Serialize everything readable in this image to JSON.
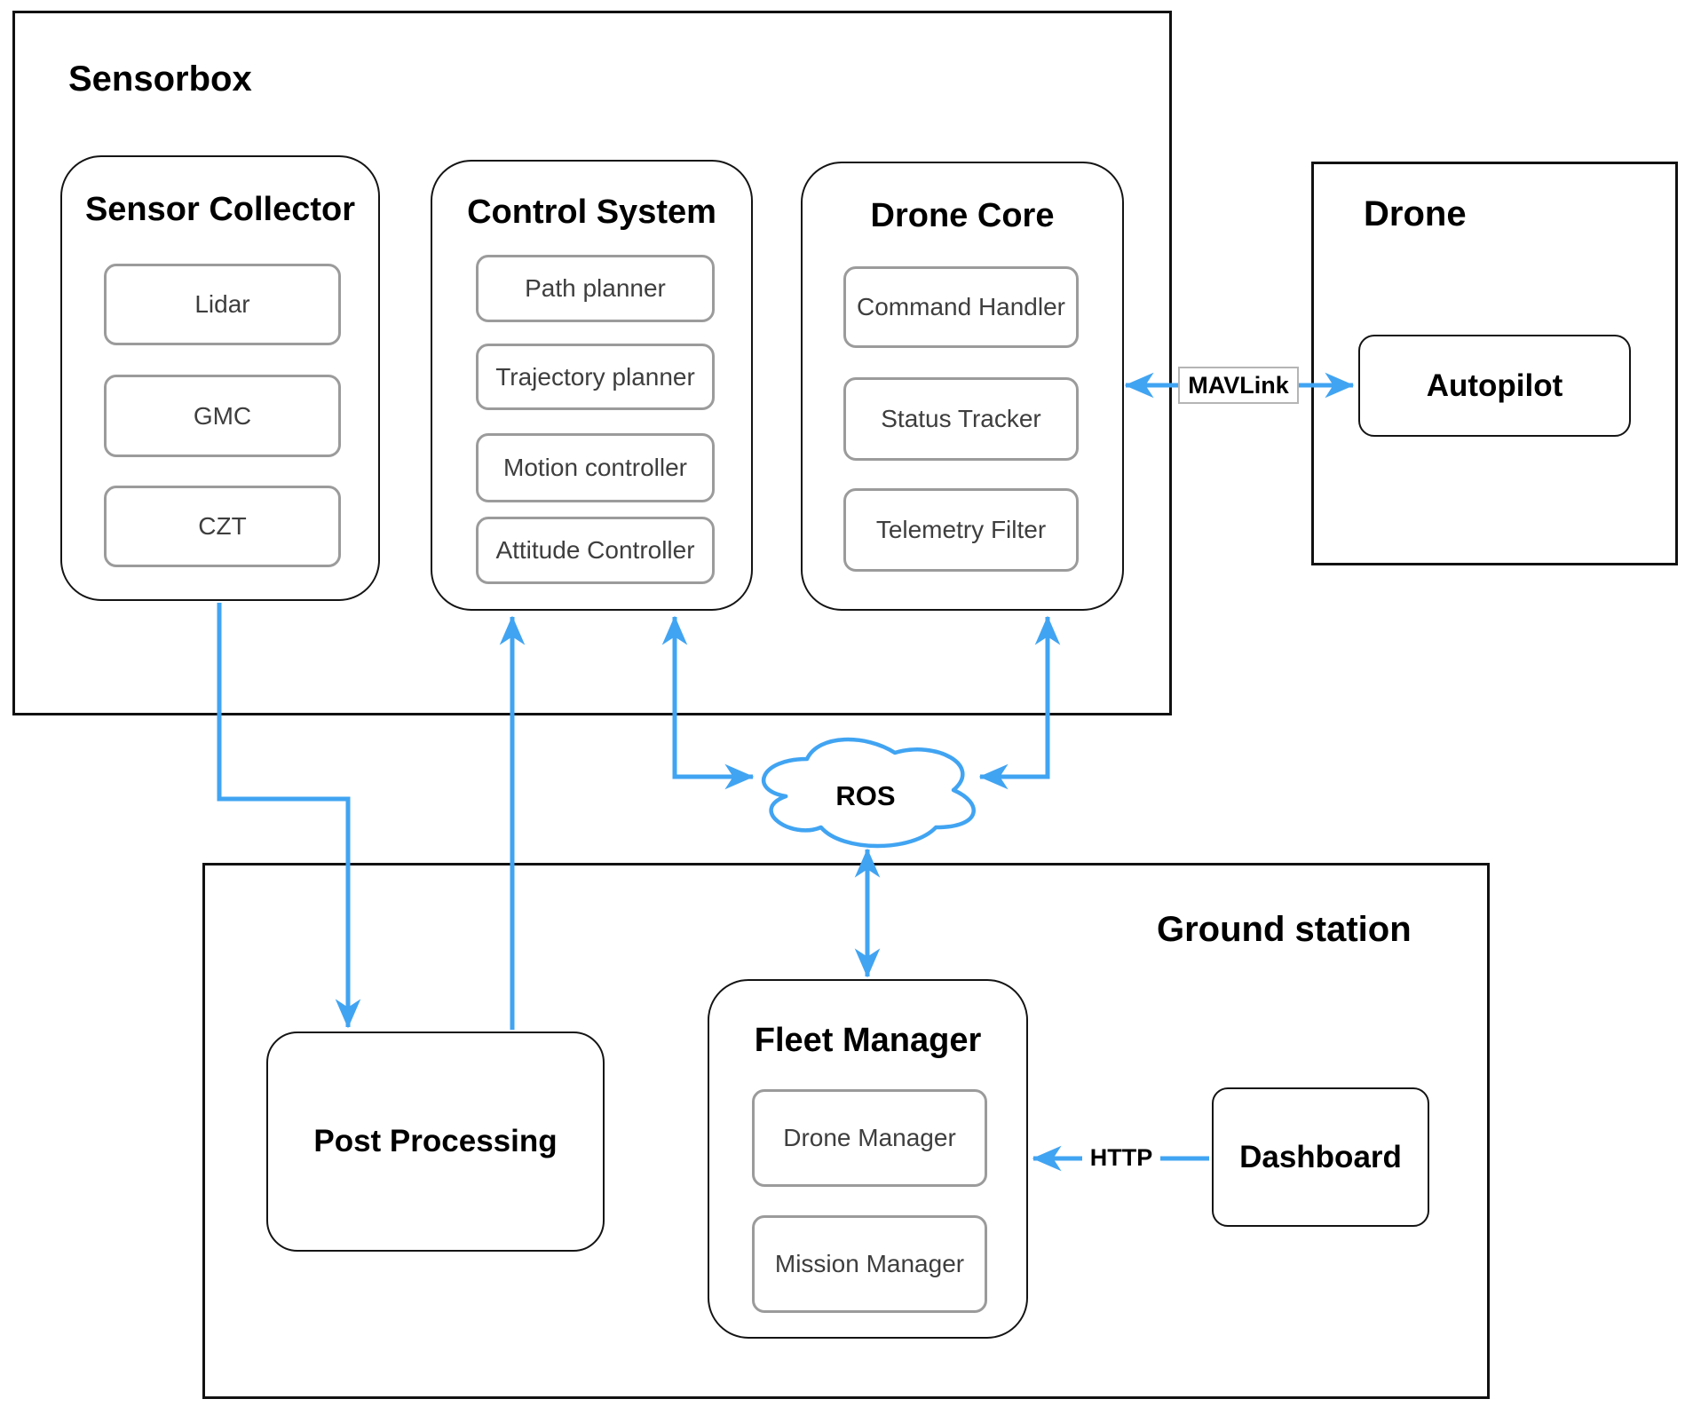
{
  "diagram": {
    "kind": "drone-system-architecture",
    "accent_blue": "#41A4F2",
    "containers": {
      "sensorbox": {
        "title": "Sensorbox"
      },
      "drone": {
        "title": "Drone"
      },
      "ground_station": {
        "title": "Ground station"
      }
    },
    "groups": {
      "sensor_collector": {
        "title": "Sensor Collector",
        "items": [
          "Lidar",
          "GMC",
          "CZT"
        ]
      },
      "control_system": {
        "title": "Control System",
        "items": [
          "Path planner",
          "Trajectory planner",
          "Motion controller",
          "Attitude Controller"
        ]
      },
      "drone_core": {
        "title": "Drone Core",
        "items": [
          "Command Handler",
          "Status Tracker",
          "Telemetry Filter"
        ]
      },
      "fleet_manager": {
        "title": "Fleet Manager",
        "items": [
          "Drone Manager",
          "Mission Manager"
        ]
      }
    },
    "nodes": {
      "autopilot": {
        "label": "Autopilot"
      },
      "post_processing": {
        "label": "Post Processing"
      },
      "dashboard": {
        "label": "Dashboard"
      },
      "ros_bus": {
        "label": "ROS"
      }
    },
    "edge_labels": {
      "mavlink": "MAVLink",
      "http": "HTTP"
    }
  }
}
